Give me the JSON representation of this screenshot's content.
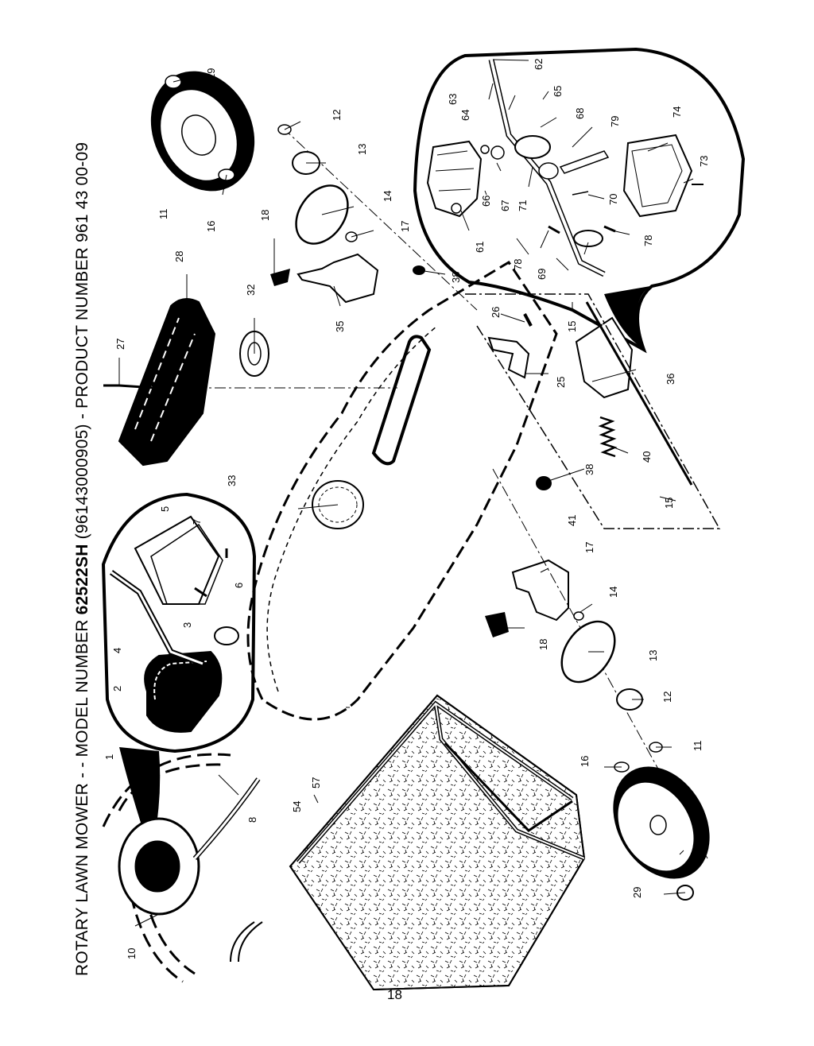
{
  "header": {
    "prefix": "ROTARY LAWN MOWER - - MODEL NUMBER ",
    "model": "62522SH",
    "suffix": " (96143000905) - PRODUCT NUMBER 961 43 00-09"
  },
  "page_number": "18",
  "callouts": {
    "c1": "1",
    "c2": "2",
    "c3": "3",
    "c4": "4",
    "c5": "5",
    "c6": "6",
    "c7": "7",
    "c8": "8",
    "c10": "10",
    "c11a": "11",
    "c11b": "11",
    "c12a": "12",
    "c12b": "12",
    "c13a": "13",
    "c13b": "13",
    "c14a": "14",
    "c14b": "14",
    "c15a": "15",
    "c15b": "15",
    "c16a": "16",
    "c16b": "16",
    "c17a": "17",
    "c17b": "17",
    "c18a": "18",
    "c18b": "18",
    "c25": "25",
    "c26": "26",
    "c27": "27",
    "c28": "28",
    "c29a": "29",
    "c29b": "29",
    "c32": "32",
    "c33": "33",
    "c35": "35",
    "c36": "36",
    "c38a": "38",
    "c38b": "38",
    "c40": "40",
    "c41": "41",
    "c54": "54",
    "c57": "57",
    "c61": "61",
    "c62": "62",
    "c63": "63",
    "c64": "64",
    "c65": "65",
    "c66": "66",
    "c67": "67",
    "c68": "68",
    "c69": "69",
    "c70": "70",
    "c71": "71",
    "c73": "73",
    "c74": "74",
    "c78a": "78",
    "c78b": "78",
    "c79": "79"
  }
}
